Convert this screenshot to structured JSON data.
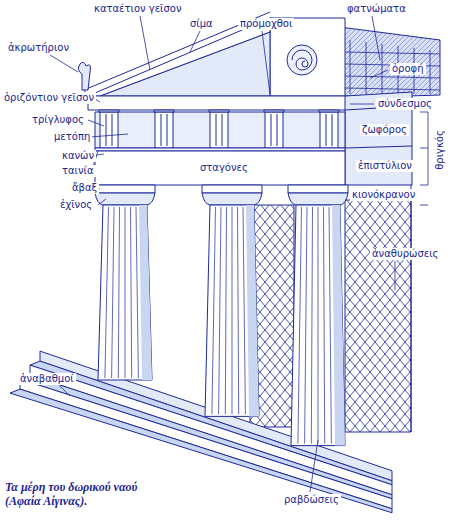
{
  "diagram": {
    "caption": "Τα μέρη του δωρικού ναού (Αφαία Αίγινας).",
    "labels": [
      "καταέτιον γεῖσον",
      "σίμα",
      "πρόμοχθοι",
      "φατνώματα",
      "ἀκρωτήριον",
      "ὀροφή",
      "ὁριζόντιον γεῖσον",
      "σύνδεσμος",
      "τρίγλυφος",
      "μετόπη",
      "κανών",
      "σταγόνες",
      "ταινία",
      "ἐπιστύλιον",
      "ἄβαξ",
      "ἐχῖνος",
      "ζωφόρος",
      "κιονόκρανον",
      "θριγκός",
      "ἀναθυρώσεις",
      "ἀναβαθμοί",
      "ραβδώσεις"
    ]
  }
}
